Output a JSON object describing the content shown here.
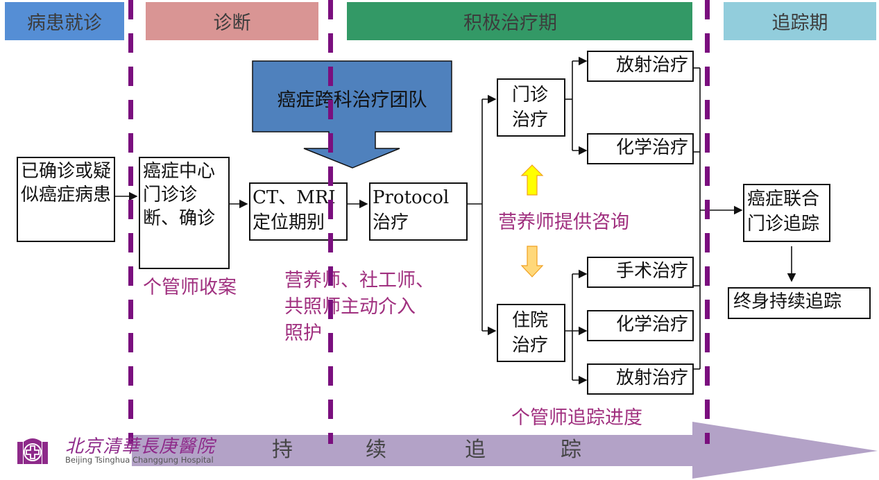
{
  "phases": [
    {
      "label": "病患就诊",
      "color": "#558ed5"
    },
    {
      "label": "诊断",
      "color": "#d99594"
    },
    {
      "label": "积极治疗期",
      "color": "#339966"
    },
    {
      "label": "追踪期",
      "color": "#92cddc"
    }
  ],
  "team_arrow": {
    "label": "癌症跨科治疗团队",
    "color": "#4f81bd"
  },
  "boxes": {
    "patient": "已确诊或疑似癌症病患",
    "clinic_diagnosis": "癌症中心门诊诊断、确诊",
    "ct_mri_line1": "CT、MRI",
    "ct_mri_line2": "定位期别",
    "protocol_line1": "Protocol",
    "protocol_line2": "治疗",
    "outpatient": "门诊治疗",
    "inpatient": "住院治疗",
    "op_radiation": "放射治疗",
    "op_chemo": "化学治疗",
    "ip_surgery": "手术治疗",
    "ip_chemo": "化学治疗",
    "ip_radiation": "放射治疗",
    "joint_clinic": "癌症联合门诊追踪",
    "lifelong": "终身持续追踪"
  },
  "annotations": {
    "case_manager_intake": "个管师收案",
    "team_intervention_1": "营养师、社工师、",
    "team_intervention_2": "共照师主动介入",
    "team_intervention_3": "照护",
    "nutrition_consult": "营养师提供咨询",
    "case_manager_tracking": "个管师追踪进度"
  },
  "progress_track": {
    "chars": [
      "持",
      "续",
      "追",
      "踪"
    ],
    "color": "#b3a2c7"
  },
  "logo": {
    "chinese": "北京清華長庚醫院",
    "english": "Beijing Tsinghua Changgung Hospital",
    "color": "#8e2a8a"
  },
  "accent_dash_color": "#7a0f7e"
}
